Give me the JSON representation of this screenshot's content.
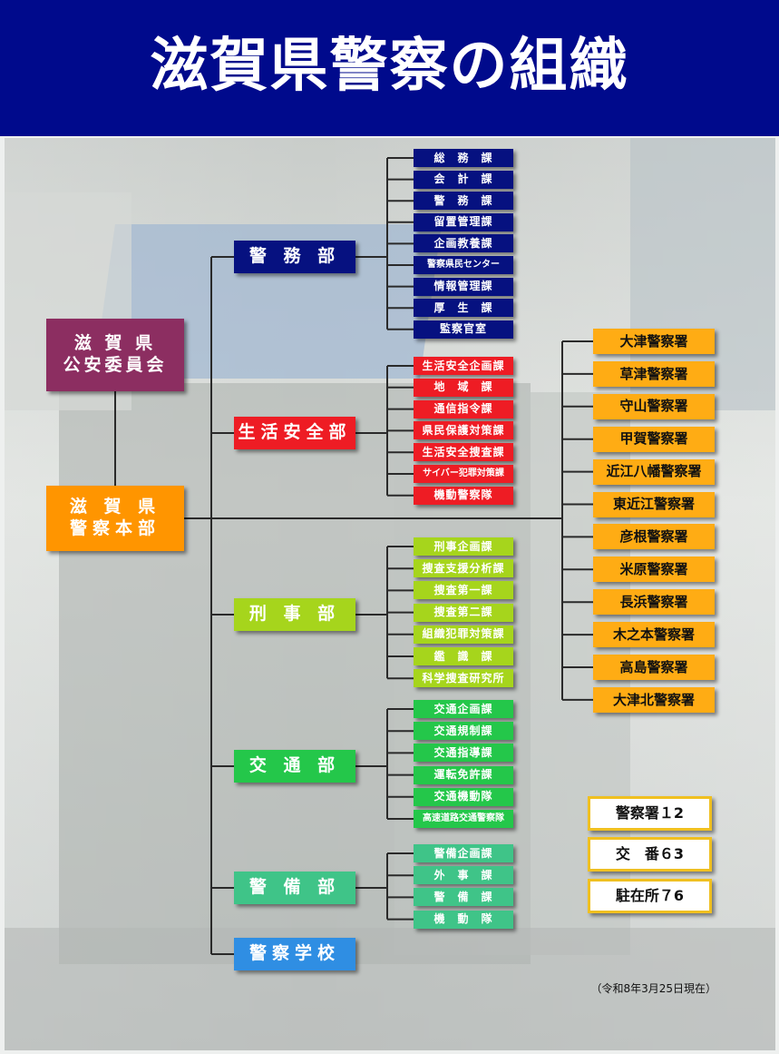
{
  "title": "滋賀県警察の組織",
  "top": {
    "commission": "滋 賀 県\n公安委員会",
    "hq": "滋 賀 県\n警察本部"
  },
  "departments": [
    {
      "key": "keimu",
      "label": "警 務 部",
      "sections": [
        "総　務　課",
        "会　計　課",
        "警　務　課",
        "留置管理課",
        "企画教養課",
        "警察県民センター",
        "情報管理課",
        "厚　生　課",
        "監察官室"
      ]
    },
    {
      "key": "seikatsu",
      "label": "生活安全部",
      "sections": [
        "生活安全企画課",
        "地　域　課",
        "通信指令課",
        "県民保護対策課",
        "生活安全捜査課",
        "サイバー犯罪対策課",
        "機動警察隊"
      ]
    },
    {
      "key": "keiji",
      "label": "刑 事 部",
      "sections": [
        "刑事企画課",
        "捜査支援分析課",
        "捜査第一課",
        "捜査第二課",
        "組織犯罪対策課",
        "鑑　識　課",
        "科学捜査研究所"
      ]
    },
    {
      "key": "kotsu",
      "label": "交 通 部",
      "sections": [
        "交通企画課",
        "交通規制課",
        "交通指導課",
        "運転免許課",
        "交通機動隊",
        "高速道路交通警察隊"
      ]
    },
    {
      "key": "keibi",
      "label": "警 備 部",
      "sections": [
        "警備企画課",
        "外　事　課",
        "警　備　課",
        "機　動　隊"
      ]
    },
    {
      "key": "gakko",
      "label": "警察学校",
      "sections": []
    }
  ],
  "stations": [
    "大津警察署",
    "草津警察署",
    "守山警察署",
    "甲賀警察署",
    "近江八幡警察署",
    "東近江警察署",
    "彦根警察署",
    "米原警察署",
    "長浜警察署",
    "木之本警察署",
    "高島警察署",
    "大津北警察署"
  ],
  "counts": [
    "警察署１2",
    "交　番６3",
    "駐在所７6"
  ],
  "note": "（令和8年3月25日現在）",
  "colors": {
    "header": "#000a8c",
    "keimu": "#061180",
    "seikatsu": "#ee1c24",
    "keiji": "#a6d51c",
    "kotsu": "#24c74a",
    "keibi": "#3fc488",
    "gakko": "#2f8ee3",
    "hq": "#ff9500",
    "commission": "#8c2e61",
    "station": "#ffac14"
  }
}
